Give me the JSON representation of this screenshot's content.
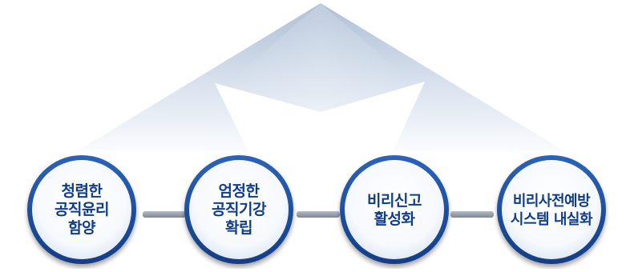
{
  "colors": {
    "arrow_top": "#b5c4d9",
    "arrow_bottom": "#f4f7fb",
    "circle_ring": "#1d4d9e",
    "circle_fill": "#ffffff",
    "label_text": "#0f3d8a",
    "connector": "#8f98a3"
  },
  "nodes": [
    {
      "label": "청렴한\n공직윤리\n함양"
    },
    {
      "label": "엄정한\n공직기강\n확립"
    },
    {
      "label": "비리신고\n활성화"
    },
    {
      "label": "비리사전예방\n시스템 내실화"
    }
  ]
}
